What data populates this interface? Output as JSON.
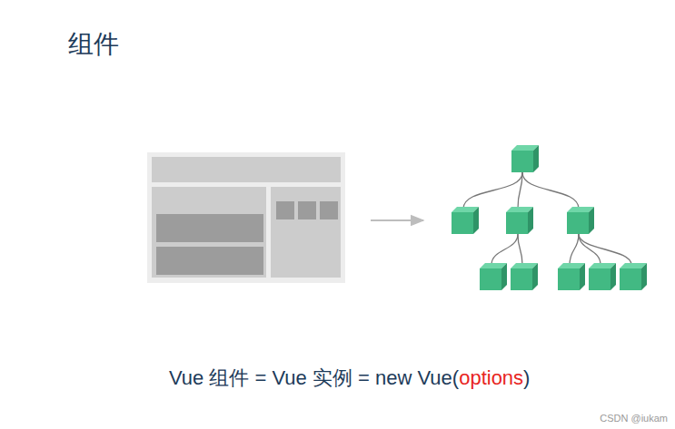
{
  "diagram": {
    "title": "组件",
    "labels": [
      "Vue 组件 = Vue 实例 = new Vue(",
      "options",
      ")",
      "CSDN @iukam"
    ]
  }
}
